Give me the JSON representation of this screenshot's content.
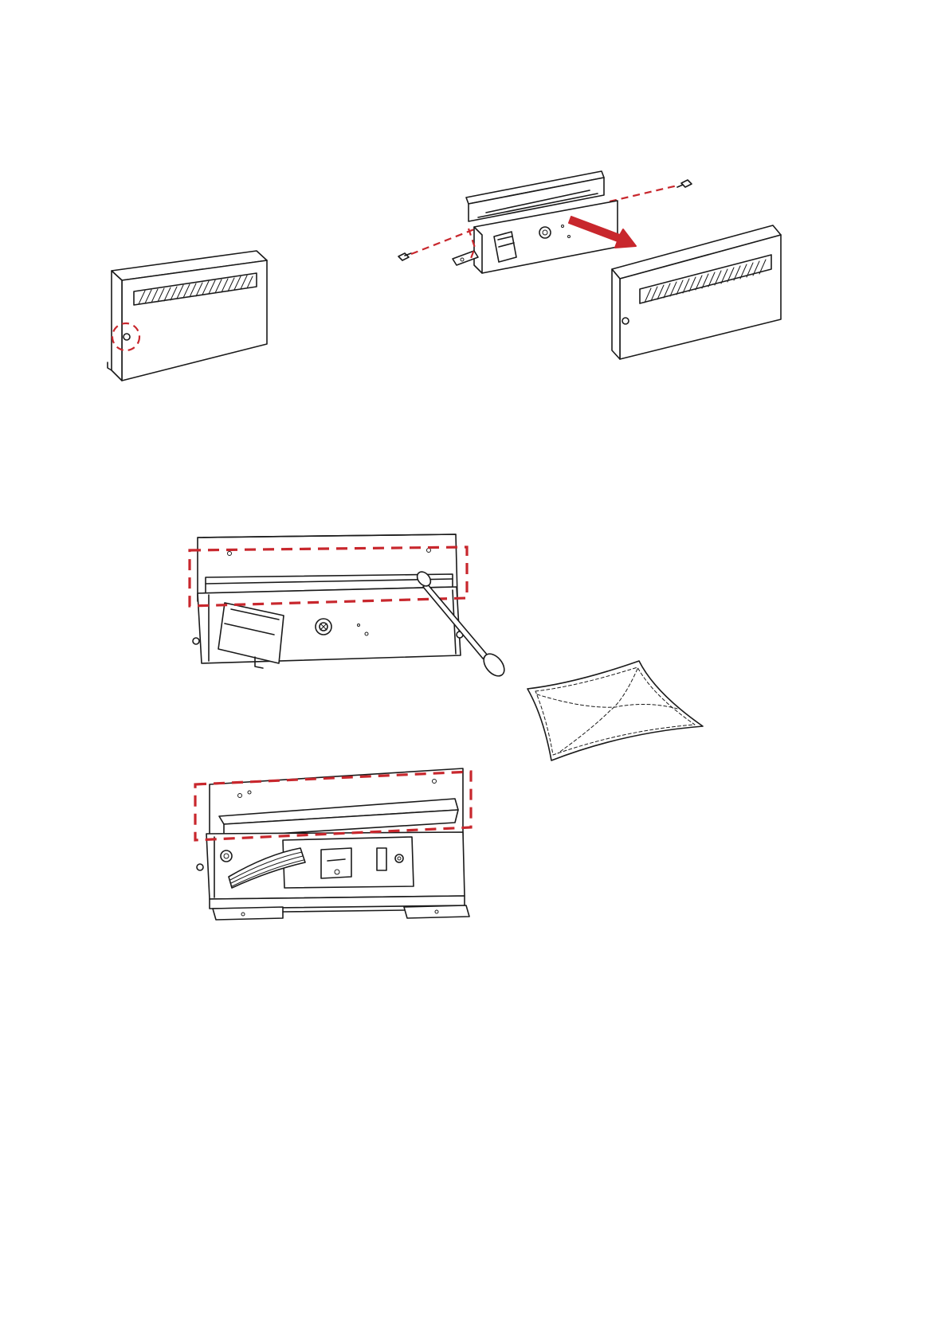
{
  "page": {
    "background": "#ffffff"
  },
  "colors": {
    "accent": "#c8272d",
    "line": "#1a1a1a"
  },
  "figures": [
    {
      "id": "cover-highlighted",
      "icon": "cutter-cover-icon",
      "highlight": "latch-circle"
    },
    {
      "id": "cutter-removal-exploded",
      "icon": "cutter-assembly-icon",
      "arrow": "pull-out-arrow"
    },
    {
      "id": "cutter-front-clean",
      "icon": "cutter-front-icon",
      "tool": "cotton-swab-icon"
    },
    {
      "id": "cleaning-cloth",
      "icon": "cloth-icon"
    },
    {
      "id": "cutter-rear-clean",
      "icon": "cutter-rear-icon"
    }
  ]
}
